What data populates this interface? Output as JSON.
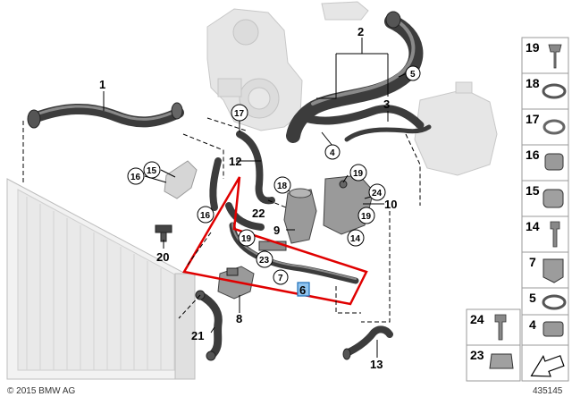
{
  "diagram": {
    "copyright": "© 2015 BMW AG",
    "diagram_number": "435145",
    "highlighted_part": "6",
    "labels": {
      "p1": "1",
      "p2": "2",
      "p3": "3",
      "p4": "4",
      "p5": "5",
      "p6": "6",
      "p7": "7",
      "p8": "8",
      "p9": "9",
      "p10": "10",
      "p12": "12",
      "p13": "13",
      "p14": "14",
      "p15": "15",
      "p16": "16",
      "p17": "17",
      "p18": "18",
      "p19": "19",
      "p20": "20",
      "p21": "21",
      "p22": "22",
      "p23": "23",
      "p24": "24"
    },
    "parts_panel": [
      "19",
      "18",
      "17",
      "16",
      "15",
      "14",
      "7",
      "5",
      "24",
      "4",
      "23"
    ]
  }
}
